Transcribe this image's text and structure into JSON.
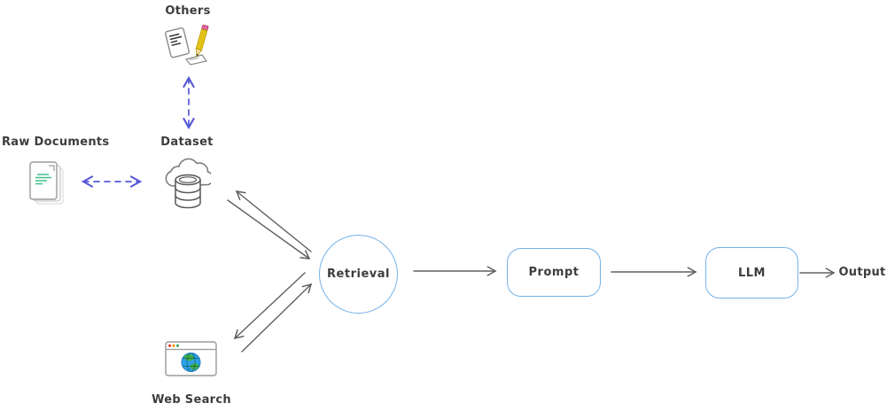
{
  "diagram": {
    "nodes": {
      "others": {
        "label": "Others",
        "icon": "notes-pencil-icon"
      },
      "dataset": {
        "label": "Dataset",
        "icon": "cloud-database-icon"
      },
      "raw_documents": {
        "label": "Raw Documents",
        "icon": "stacked-documents-icon"
      },
      "web_search": {
        "label": "Web Search",
        "icon": "browser-globe-icon"
      },
      "retrieval": {
        "label": "Retrieval",
        "shape": "circle"
      },
      "prompt": {
        "label": "Prompt",
        "shape": "rounded-rect"
      },
      "llm": {
        "label": "LLM",
        "shape": "rounded-rect"
      },
      "output": {
        "label": "Output",
        "shape": "text"
      }
    },
    "edges": [
      {
        "from": "others",
        "to": "dataset",
        "style": "dashed",
        "direction": "both"
      },
      {
        "from": "raw_documents",
        "to": "dataset",
        "style": "dashed",
        "direction": "both"
      },
      {
        "from": "dataset",
        "to": "retrieval",
        "style": "solid",
        "direction": "both"
      },
      {
        "from": "web_search",
        "to": "retrieval",
        "style": "solid",
        "direction": "both"
      },
      {
        "from": "retrieval",
        "to": "prompt",
        "style": "solid",
        "direction": "forward"
      },
      {
        "from": "prompt",
        "to": "llm",
        "style": "solid",
        "direction": "forward"
      },
      {
        "from": "llm",
        "to": "output",
        "style": "solid",
        "direction": "forward"
      }
    ]
  },
  "colors": {
    "node-border": "#74b2e8",
    "arrow": "#606060",
    "dashed-arrow": "#5557d6",
    "label-text": "#3d3d3d",
    "doc-line": "#3cc08a",
    "pencil-body": "#f2d019",
    "pencil-eraser": "#e0649c",
    "globe-blue": "#2ea0e8",
    "globe-land": "#3fae4e",
    "dot-red": "#e03131",
    "dot-yellow": "#f08c00",
    "dot-green": "#2f9e44",
    "icon-stroke": "#8a8a8a",
    "ink": "#333333",
    "bg": "#ffffff"
  }
}
